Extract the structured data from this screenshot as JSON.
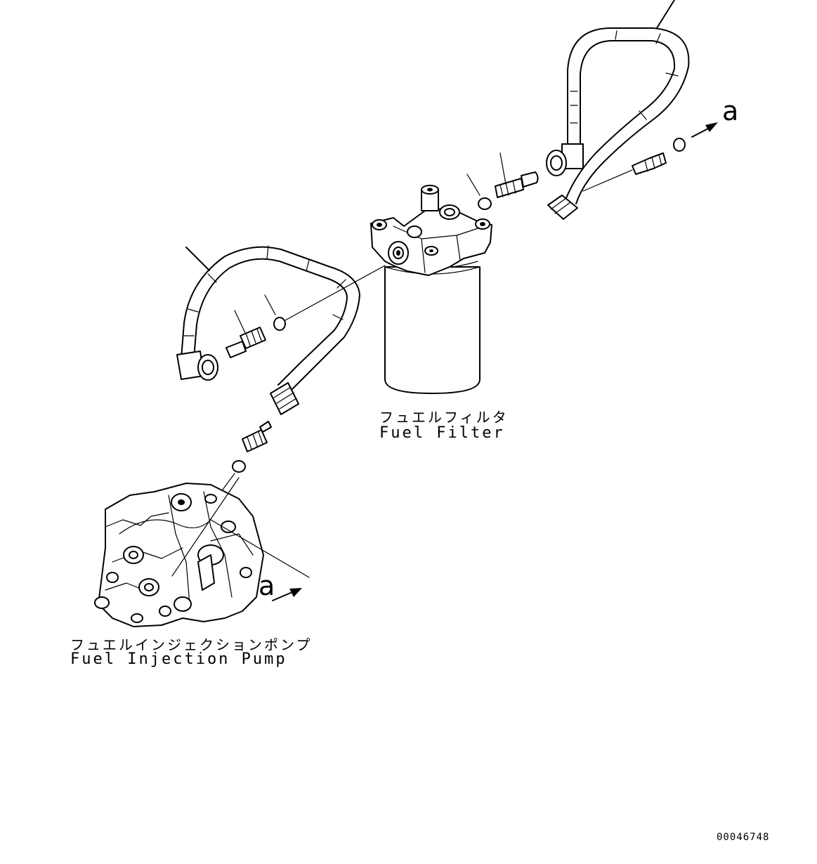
{
  "labels": {
    "fuel_filter_jp": "フュエルフィルタ",
    "fuel_filter_en": "Fuel Filter",
    "injection_pump_jp": "フュエルインジェクションポンプ",
    "injection_pump_en": "Fuel Injection Pump",
    "view_ref_top": "a",
    "view_ref_bottom": "a",
    "drawing_number": "00046748"
  }
}
